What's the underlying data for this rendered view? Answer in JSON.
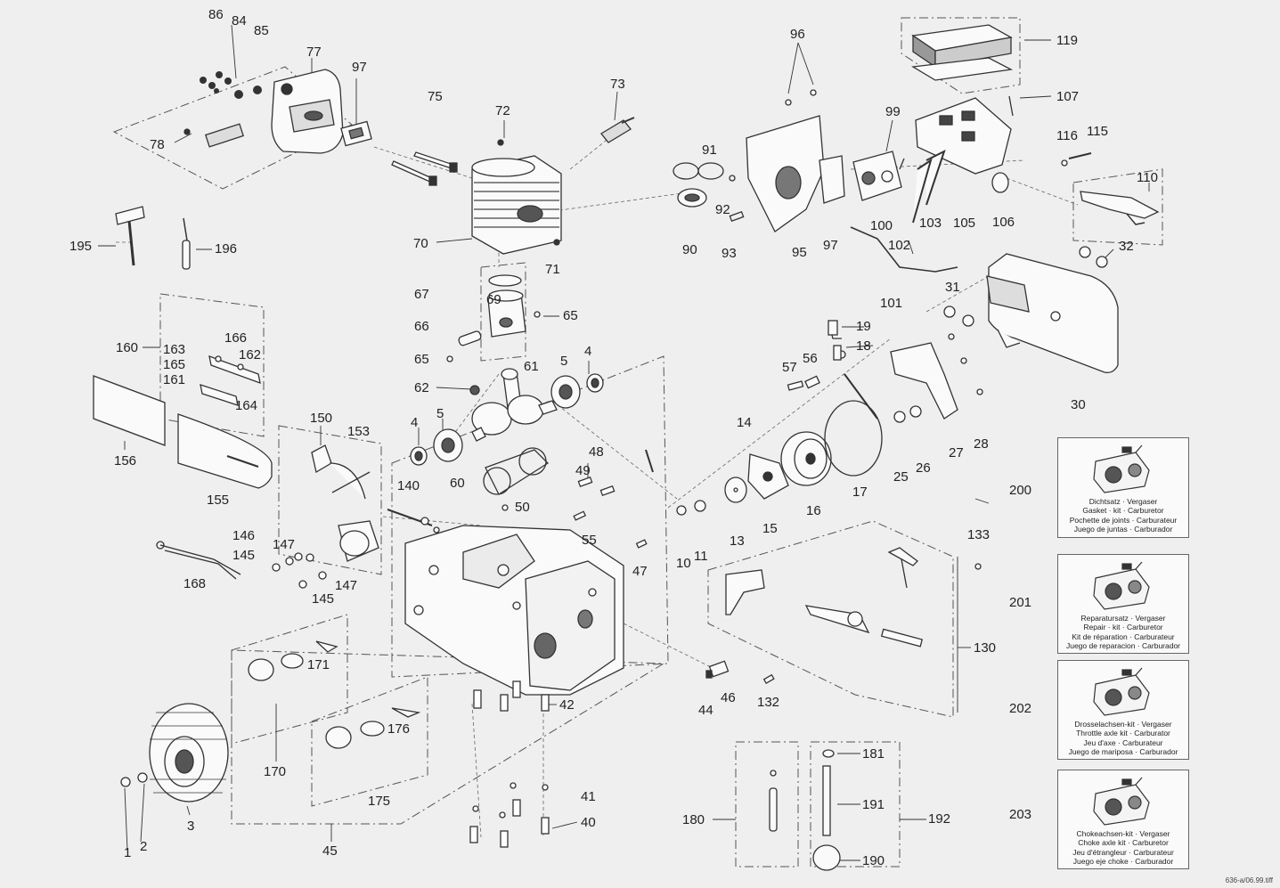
{
  "labels": {
    "l86": "86",
    "l84": "84",
    "l85": "85",
    "l77": "77",
    "l97a": "97",
    "l75": "75",
    "l78": "78",
    "l72": "72",
    "l73": "73",
    "l70": "70",
    "l71": "71",
    "l96": "96",
    "l91": "91",
    "l92": "92",
    "l90": "90",
    "l93": "93",
    "l95": "95",
    "l97b": "97",
    "l99": "99",
    "l100": "100",
    "l102": "102",
    "l103": "103",
    "l105": "105",
    "l106": "106",
    "l119": "119",
    "l107": "107",
    "l116": "116",
    "l115": "115",
    "l110": "110",
    "l32": "32",
    "l31": "31",
    "l101": "101",
    "l30": "30",
    "l195": "195",
    "l196": "196",
    "l67": "67",
    "l69": "69",
    "l66": "66",
    "l65a": "65",
    "l65b": "65",
    "l62": "62",
    "l61": "61",
    "l5a": "5",
    "l4a": "4",
    "l4b": "4",
    "l5b": "5",
    "l60": "60",
    "l160": "160",
    "l163": "163",
    "l166": "166",
    "l165": "165",
    "l162": "162",
    "l161": "161",
    "l164": "164",
    "l156": "156",
    "l155": "155",
    "l150": "150",
    "l153": "153",
    "l140": "140",
    "l146": "146",
    "l147a": "147",
    "l145a": "145",
    "l147b": "147",
    "l145b": "145",
    "l168": "168",
    "l48": "48",
    "l49": "49",
    "l50": "50",
    "l55": "55",
    "l47": "47",
    "l19": "19",
    "l18": "18",
    "l57": "57",
    "l56": "56",
    "l14": "14",
    "l15": "15",
    "l16": "16",
    "l17": "17",
    "l13": "13",
    "l10": "10",
    "l11": "11",
    "l25": "25",
    "l26": "26",
    "l27": "27",
    "l28": "28",
    "l133": "133",
    "l130": "130",
    "l132": "132",
    "l44": "44",
    "l46": "46",
    "l42": "42",
    "l171": "171",
    "l170": "170",
    "l176": "176",
    "l175": "175",
    "l41": "41",
    "l40": "40",
    "l45": "45",
    "l1": "1",
    "l2": "2",
    "l3": "3",
    "l180": "180",
    "l181": "181",
    "l191": "191",
    "l192": "192",
    "l190": "190",
    "l200": "200",
    "l201": "201",
    "l202": "202",
    "l203": "203"
  },
  "kits": [
    {
      "lines": [
        "Dichtsatz · Vergaser",
        "Gasket · kit · Carburetor",
        "Pochette de joints · Carburateur",
        "Juego de juntas · Carburador"
      ]
    },
    {
      "lines": [
        "Reparatursatz · Vergaser",
        "Repair · kit · Carburetor",
        "Kit de réparation · Carburateur",
        "Juego de reparacion · Carburador"
      ]
    },
    {
      "lines": [
        "Drosselachsen-kit · Vergaser",
        "Throttle axle kit · Carburator",
        "Jeu d'axe · Carburateur",
        "Juego de mariposa · Carburador"
      ]
    },
    {
      "lines": [
        "Chokeachsen-kit · Vergaser",
        "Choke axle kit · Carburetor",
        "Jeu d'étrangleur · Carburateur",
        "Juego eje choke · Carburador"
      ]
    }
  ],
  "filename": "636-a/06.99.tiff"
}
